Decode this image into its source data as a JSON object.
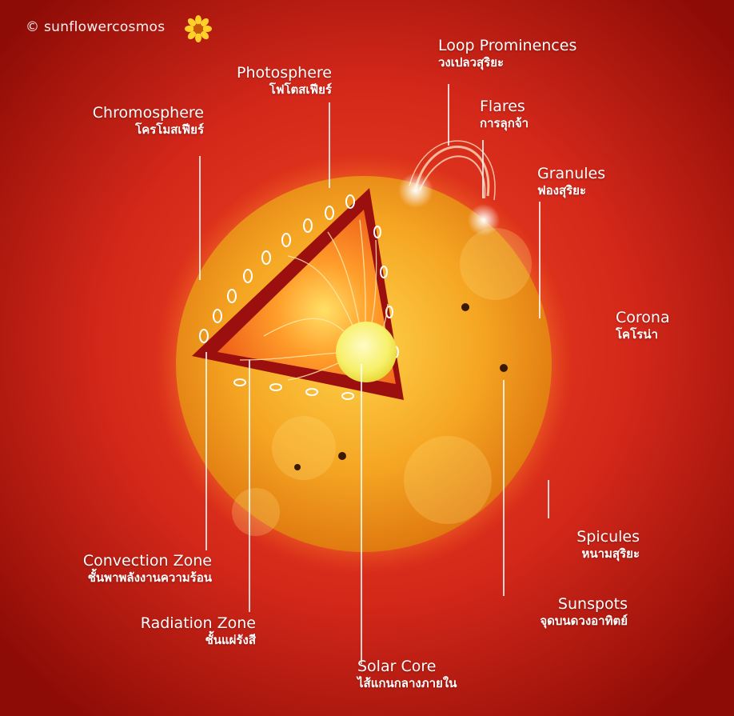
{
  "watermark": {
    "text": "© sunflowercosmos"
  },
  "colors": {
    "background_outer": "#9a1008",
    "background_inner": "#e4341c",
    "sun_surface": "#f5a623",
    "core": "#f7f06a",
    "cutaway_rim": "#9c0f0f",
    "label_lines": "#ffffff"
  },
  "labels": {
    "photosphere": {
      "en": "Photosphere",
      "th": "โฟโตสเฟียร์"
    },
    "chromosphere": {
      "en": "Chromosphere",
      "th": "โครโมสเฟียร์"
    },
    "loop_prominences": {
      "en": "Loop Prominences",
      "th": "วงเปลวสุริยะ"
    },
    "flares": {
      "en": "Flares",
      "th": "การลุกจ้า"
    },
    "granules": {
      "en": "Granules",
      "th": "ฟองสุริยะ"
    },
    "corona": {
      "en": "Corona",
      "th": "โคโรน่า"
    },
    "spicules": {
      "en": "Spicules",
      "th": "หนามสุริยะ"
    },
    "sunspots": {
      "en": "Sunspots",
      "th": "จุดบนดวงอาทิตย์"
    },
    "convection_zone": {
      "en": "Convection Zone",
      "th": "ชั้นพาพลังงานความร้อน"
    },
    "radiation_zone": {
      "en": "Radiation Zone",
      "th": "ชั้นแผ่รังสี"
    },
    "solar_core": {
      "en": "Solar Core",
      "th": "ไส้แกนกลางภายใน"
    }
  }
}
